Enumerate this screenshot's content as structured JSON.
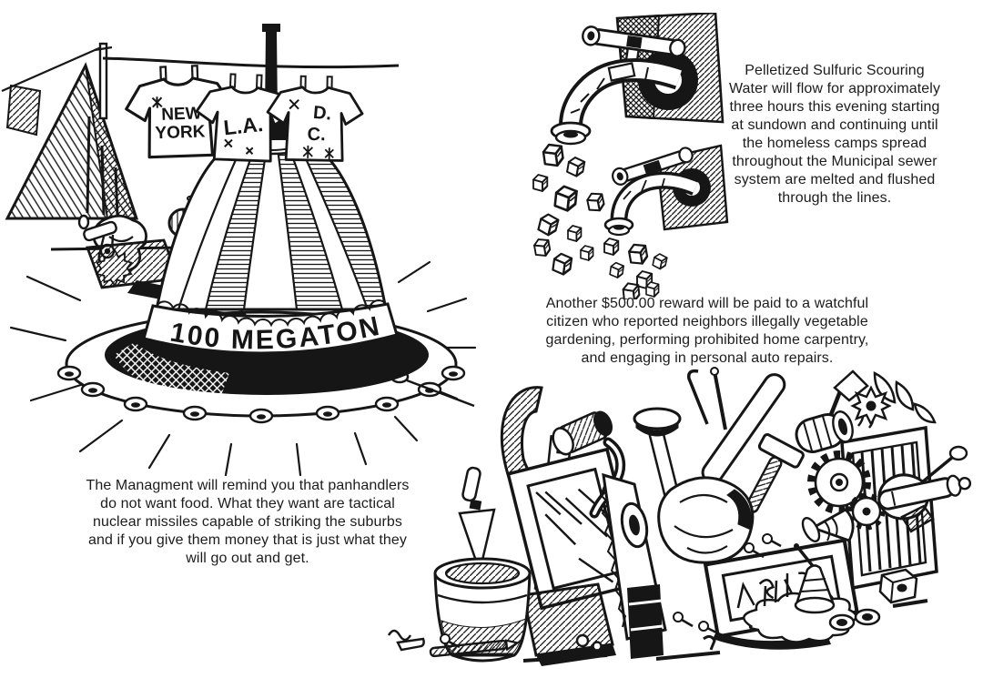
{
  "page": {
    "background": "#ffffff",
    "ink": "#161616"
  },
  "captions": {
    "sulfuric_water": {
      "lines": [
        "Pelletized Sulfuric Scouring",
        "Water will flow for approximately",
        "three hours this evening starting",
        "at sundown and continuing until",
        "the homeless camps spread",
        "throughout the Municipal sewer",
        "system are melted and flushed",
        "through the lines."
      ]
    },
    "reward": {
      "lines": [
        "Another $500.00 reward will be paid to a watchful",
        "citizen who reported neighbors illegally vegetable",
        "gardening, performing prohibited home carpentry,",
        "and engaging in personal auto repairs."
      ]
    },
    "panhandlers": {
      "lines": [
        "The Managment will remind you that panhandlers",
        "do not want food. What they want are tactical",
        "nuclear missiles capable of striking the suburbs",
        "and if you give them money that is just what they",
        "will go out and get."
      ]
    }
  },
  "illustrations": {
    "bomb_scene": {
      "alt": "100 megaton bomb on bolted display base under a clothesline of city t-shirts",
      "bomb_band_label": "100 MEGATON",
      "shirts": [
        {
          "line1": "NEW",
          "line2": "YORK"
        },
        {
          "line1": "L.A.",
          "line2": ""
        },
        {
          "line1": "D.",
          "line2": "C."
        }
      ]
    },
    "faucet_scene": {
      "alt": "two wall faucets dispensing pelletized cubes"
    },
    "junk_scene": {
      "alt": "heap of confiscated tools, gears and junk"
    }
  }
}
